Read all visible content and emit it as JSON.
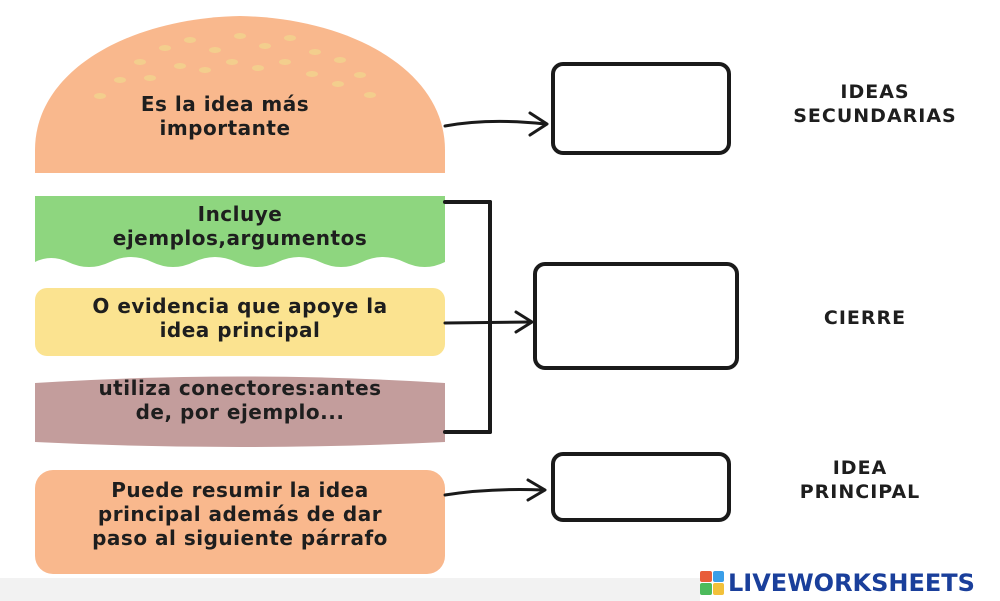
{
  "layers": {
    "top_bun": "Es la idea más importante",
    "lettuce": "Incluye ejemplos,argumentos",
    "cheese": "O evidencia que apoye la idea principal",
    "patty": "utiliza conectores:antes de, por ejemplo...",
    "bottom_bun": "Puede resumir la idea principal además de dar paso al siguiente párrafo"
  },
  "options": {
    "first": "IDEAS SECUNDARIAS",
    "second": "CIERRE",
    "third": "IDEA PRINCIPAL"
  },
  "brand": {
    "name": "LIVEWORKSHEETS"
  },
  "colors": {
    "bun": "#f9b88d",
    "lettuce": "#8ed67f",
    "cheese": "#fbe390",
    "patty": "#c39d9c",
    "brand_blue": "#1a3f9b"
  },
  "icons": [
    "arrow-right-icon",
    "bracket-icon",
    "sesame-seeds-icon"
  ]
}
